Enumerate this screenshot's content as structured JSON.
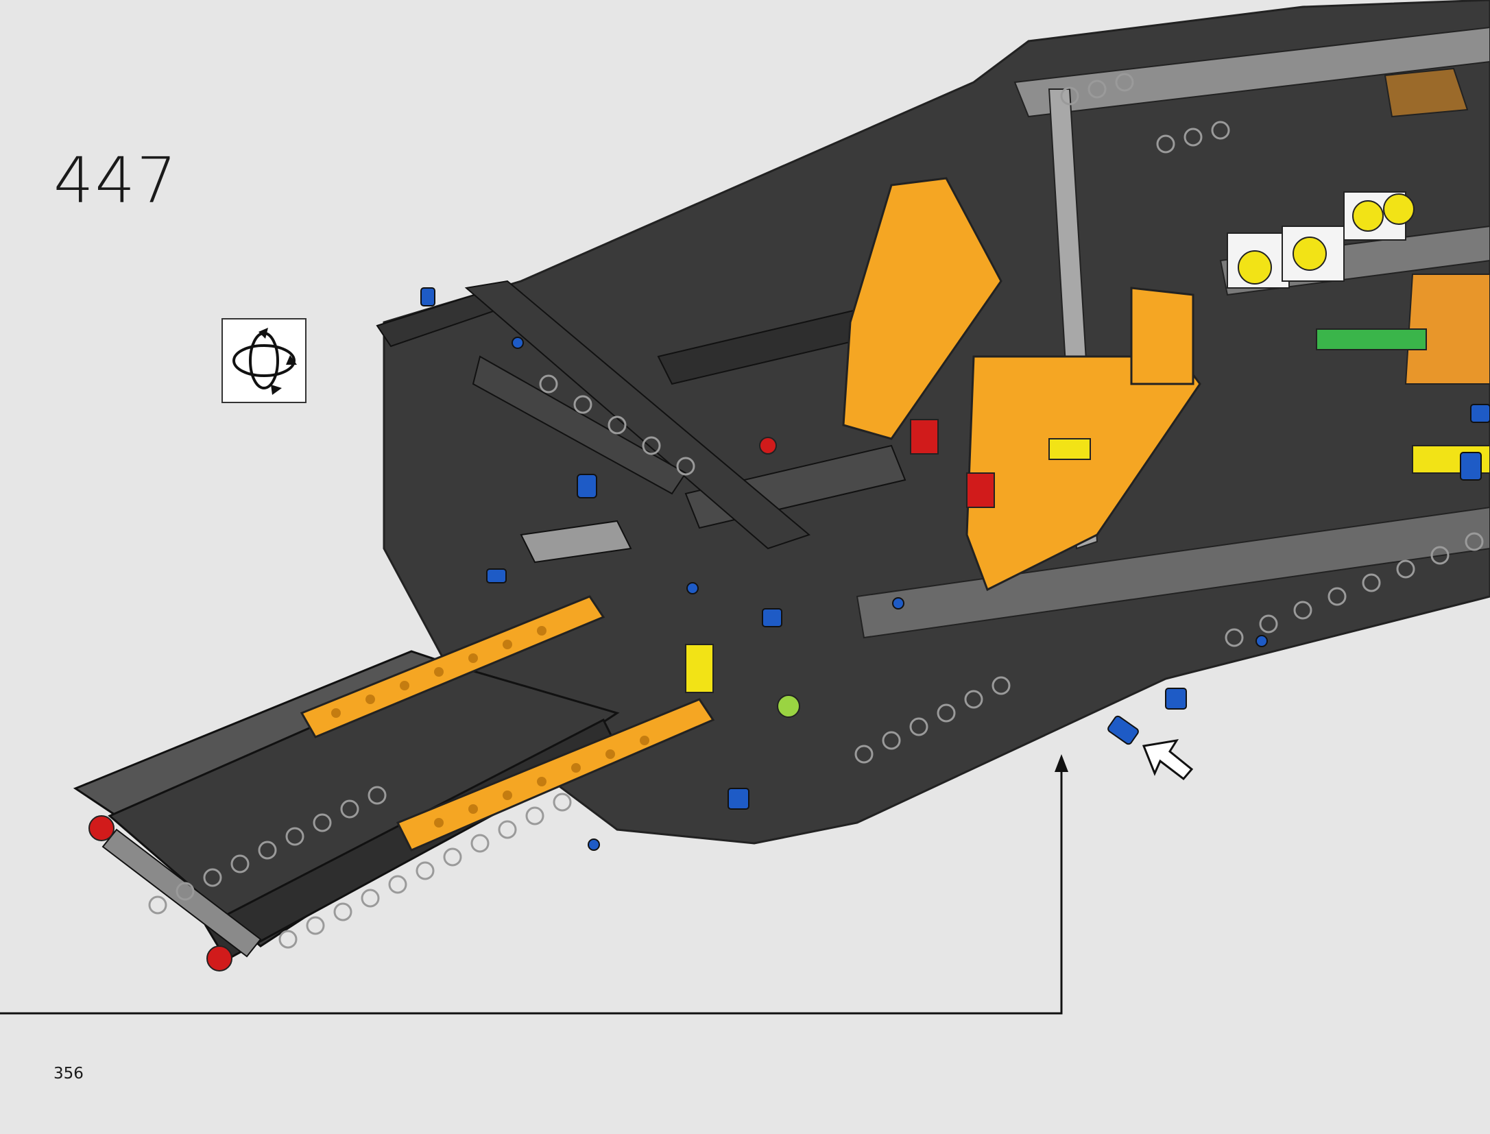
{
  "step": {
    "number": "447"
  },
  "page": {
    "number": "356"
  },
  "icons": {
    "rotate": "rotate-model-icon",
    "pointer": "arrow-pointer-icon",
    "connector": "callout-connector-line"
  },
  "colors": {
    "background": "#e6e6e6",
    "dark_bluish_gray": "#3a3a3a",
    "light_bluish_gray": "#a8a8a8",
    "orange": "#f5a623",
    "blue_pin": "#1e5bc6",
    "red": "#d11b1b",
    "yellow": "#f2e316"
  }
}
